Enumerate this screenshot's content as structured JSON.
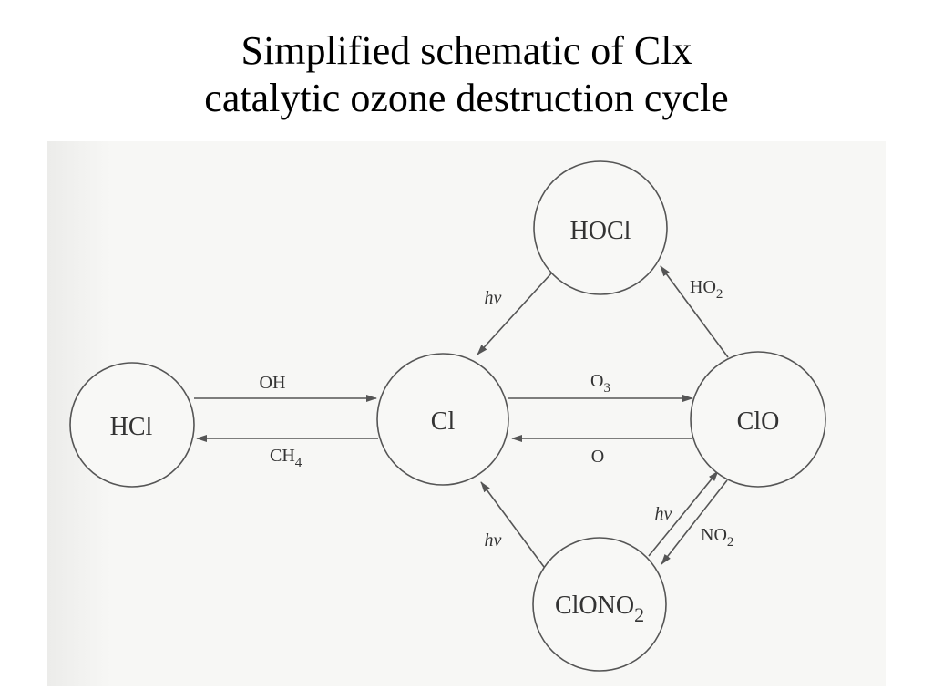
{
  "title": {
    "line1": "Simplified schematic of Clx",
    "line2": "catalytic ozone destruction cycle"
  },
  "nodes": {
    "hocl": "HOCl",
    "hcl": "HCl",
    "cl": "Cl",
    "clo": "ClO",
    "clono2_main": "ClONO",
    "clono2_sub": "2"
  },
  "edges": {
    "hcl_to_cl": "OH",
    "cl_to_hcl_main": "CH",
    "cl_to_hcl_sub": "4",
    "cl_to_clo_main": "O",
    "cl_to_clo_sub": "3",
    "clo_to_cl": "O",
    "clo_to_hocl_main": "HO",
    "clo_to_hocl_sub": "2",
    "hocl_to_cl": "hν",
    "clono2_to_cl": "hν",
    "clono2_to_clo": "hν",
    "clo_to_clono2_main": "NO",
    "clo_to_clono2_sub": "2"
  },
  "colors": {
    "line": "#555555",
    "text": "#333333",
    "background": "#ffffff"
  }
}
